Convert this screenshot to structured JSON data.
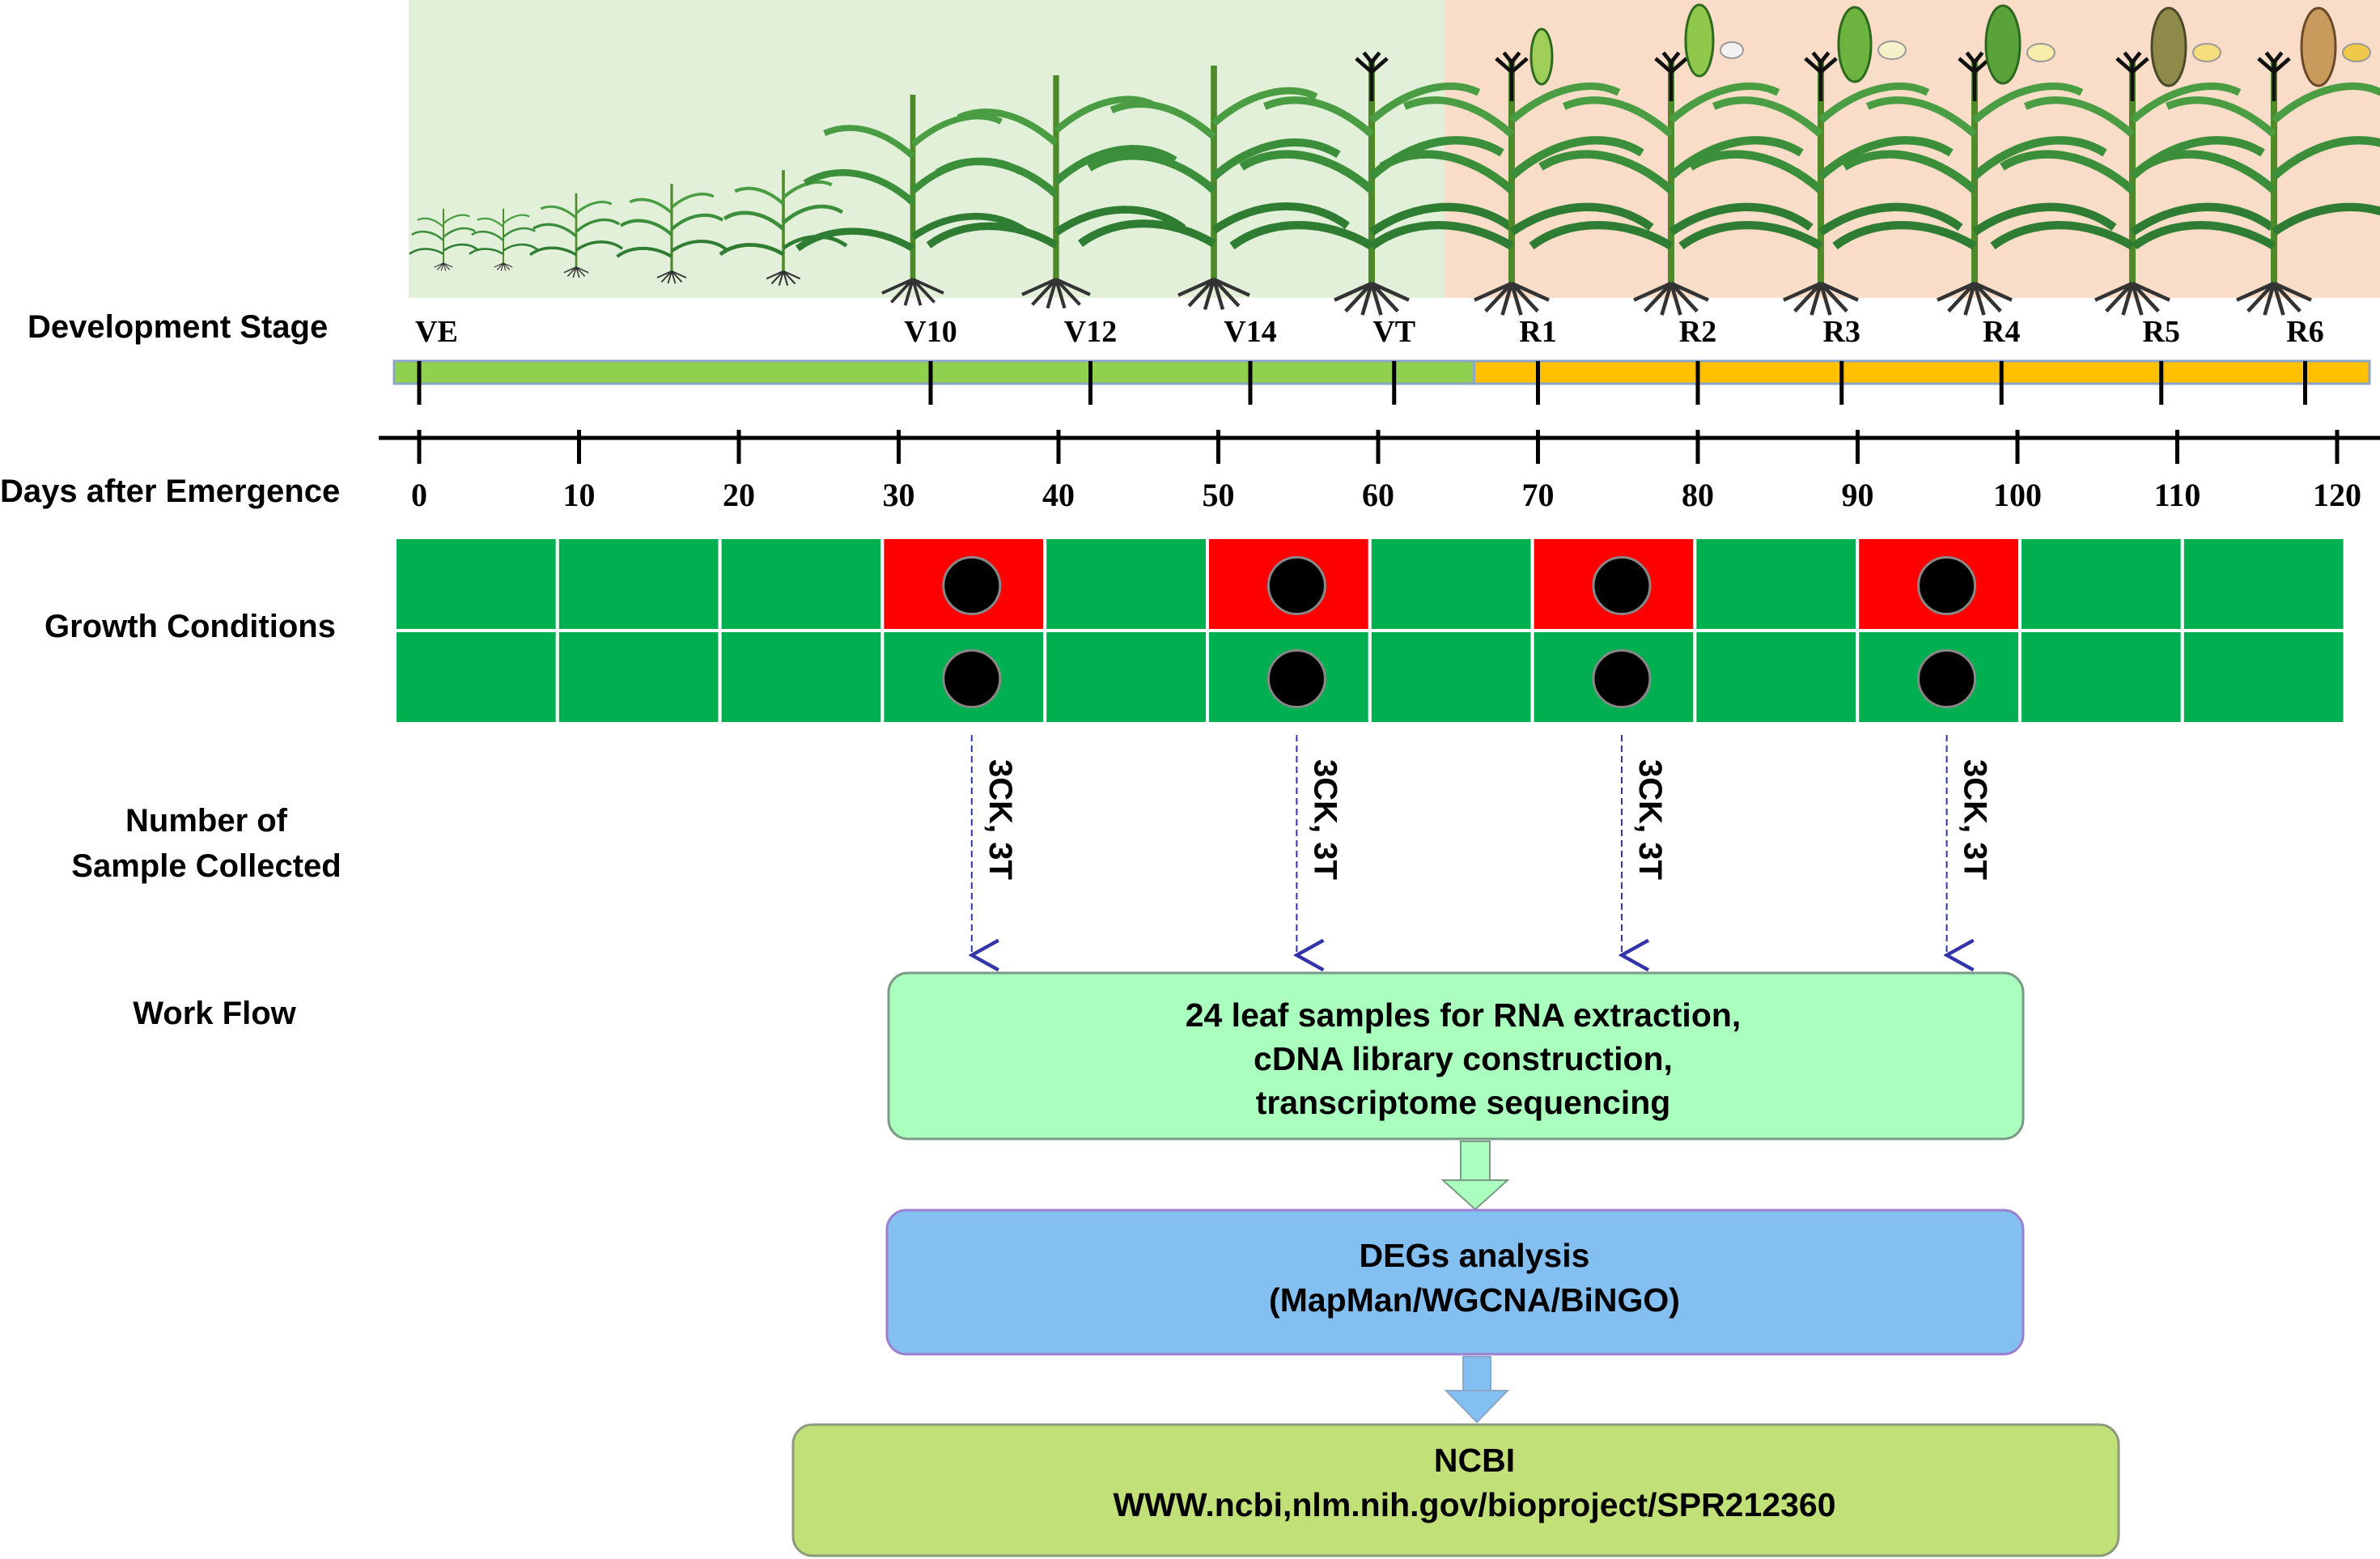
{
  "row_labels": {
    "development_stage": "Development Stage",
    "days_after_emergence": "Days after Emergence",
    "growth_conditions": "Growth Conditions",
    "samples_line1": "Number of",
    "samples_line2": "Sample Collected",
    "work_flow": "Work Flow"
  },
  "stages": [
    "VE",
    "V10",
    "V12",
    "V14",
    "VT",
    "R1",
    "R2",
    "R3",
    "R4",
    "R5",
    "R6"
  ],
  "stage_days": [
    0,
    32,
    42,
    52,
    61,
    70,
    80,
    89,
    99,
    109,
    118
  ],
  "day_ticks": [
    "0",
    "10",
    "20",
    "30",
    "40",
    "50",
    "60",
    "70",
    "80",
    "90",
    "100",
    "110",
    "120"
  ],
  "vegetative_end_day": 66,
  "growth_conditions": {
    "columns": 12,
    "stress_columns": [
      3,
      5,
      7,
      9
    ],
    "sample_columns": [
      3,
      5,
      7,
      9
    ]
  },
  "samples": {
    "label": "3CK, 3T"
  },
  "workflow": {
    "box1": [
      "24 leaf samples for RNA extraction,",
      "cDNA library construction,",
      "transcriptome sequencing"
    ],
    "box2": [
      "DEGs analysis",
      "(MapMan/WGCNA/BiNGO)"
    ],
    "box3": [
      "NCBI",
      "WWW.ncbi,nlm.nih.gov/bioproject/SPR212360"
    ]
  },
  "colors": {
    "vegetative_band": "#e2efd9",
    "reproductive_band": "#f9ddc8",
    "vegetative_bar": "#8fd14f",
    "reproductive_bar": "#ffc000",
    "control": "#00b050",
    "stress": "#ff0000",
    "sample_dot": "#000000",
    "box1_fill": "#aaffbf",
    "box2_fill": "#84bff2",
    "box3_fill": "#c2e078",
    "arrow_dashed": "#3333aa"
  },
  "icons": [
    "maize-plant-icon",
    "maize-ear-icon",
    "kernel-icon",
    "sample-dot-icon",
    "down-arrow-icon"
  ]
}
